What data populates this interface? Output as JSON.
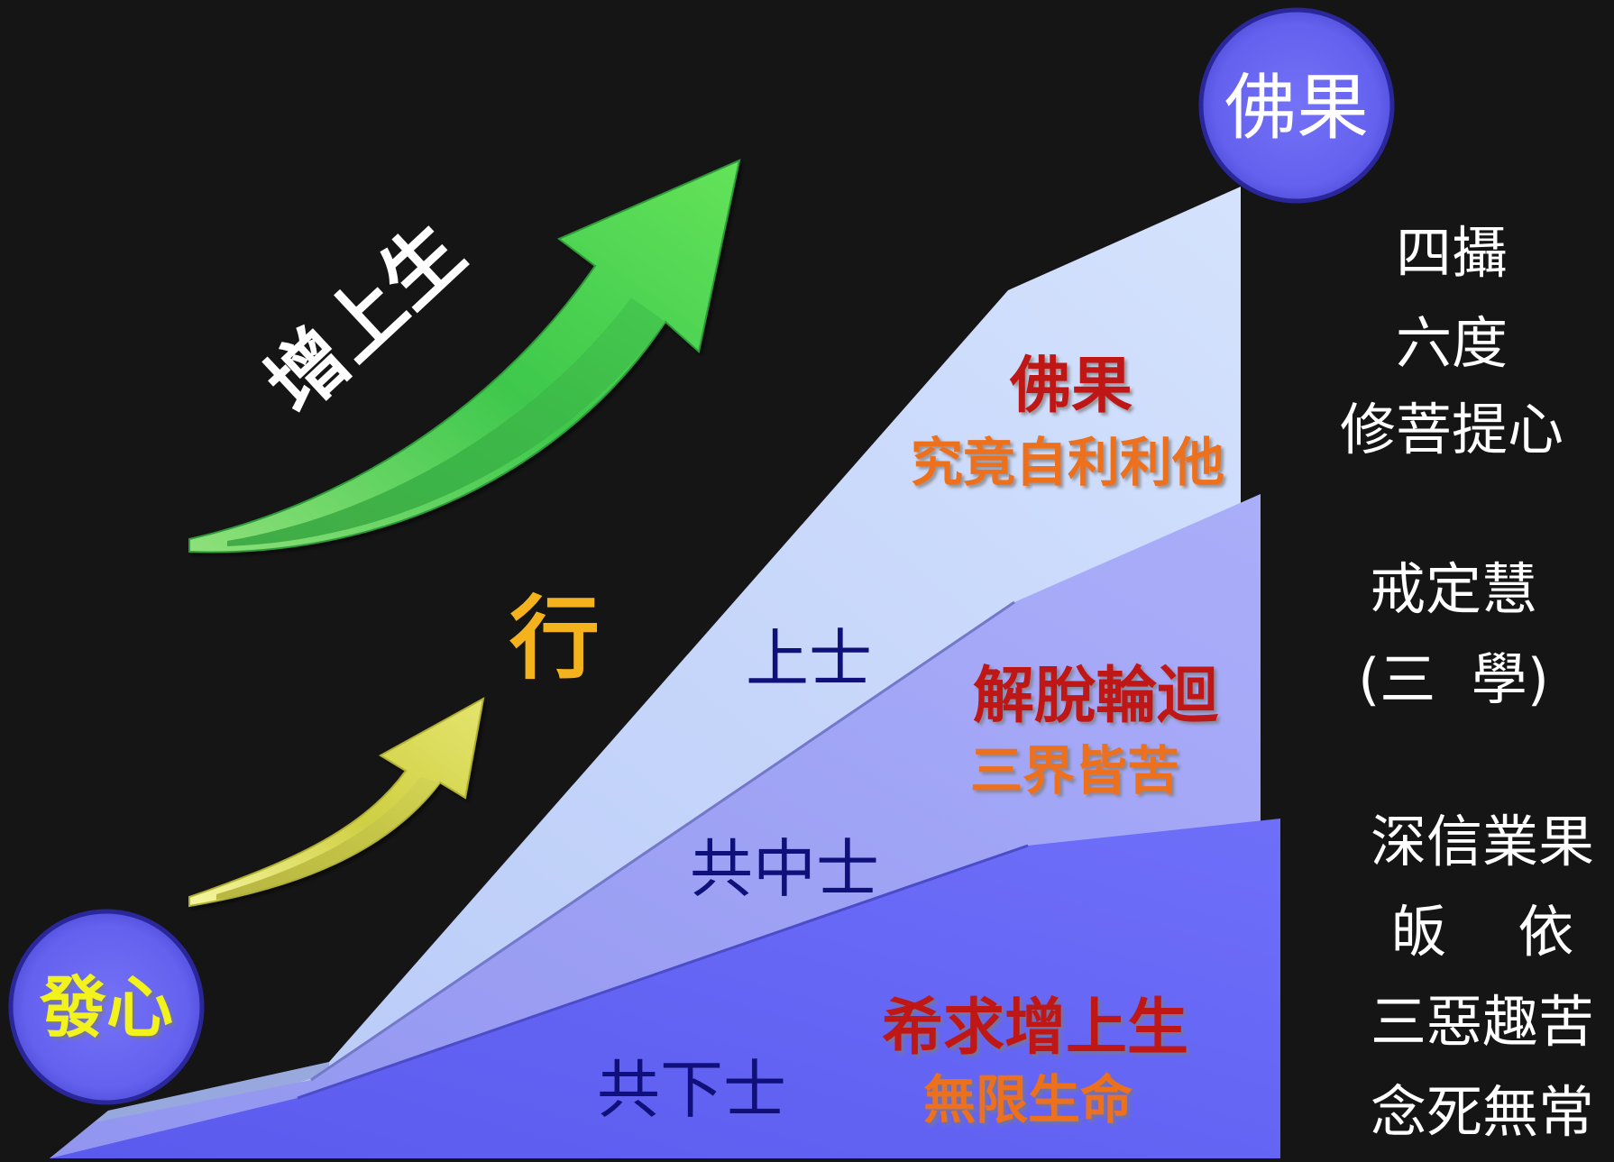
{
  "colors": {
    "background": "#151515",
    "layer_top": "#c6d7fb",
    "layer_middle": "#a4a7f5",
    "layer_bottom": "#6c6cf6",
    "circle_fill": "#6a68f3",
    "circle_border": "#2d2aa0",
    "arrow_green": "#4fd45e",
    "arrow_yellow": "#e3e26c",
    "title_red": "#bf1212",
    "subtitle_orange": "#ed6f1c",
    "tier_navy": "#10107a",
    "fa_xin_yellow": "#f2f21a",
    "xing_orange": "#f4b31c",
    "text_white": "#ffffff"
  },
  "start_node": {
    "label": "發心"
  },
  "goal_node": {
    "label": "佛果"
  },
  "arrows": {
    "green_label": "增上生",
    "middle_label": "行"
  },
  "tiers": {
    "upper": {
      "name": "上士",
      "goal": "佛果",
      "subgoal": "究竟自利利他"
    },
    "middle": {
      "name": "共中士",
      "goal": "解脫輪迴",
      "subgoal": "三界皆苦"
    },
    "lower": {
      "name": "共下士",
      "goal": "希求增上生",
      "subgoal": "無限生命"
    }
  },
  "practices": {
    "upper": [
      "四攝",
      "六度",
      "修菩提心"
    ],
    "middle": [
      "戒定慧",
      "(三  學)"
    ],
    "lower": [
      "深信業果",
      "皈    依",
      "三惡趣苦",
      "念死無常"
    ]
  }
}
